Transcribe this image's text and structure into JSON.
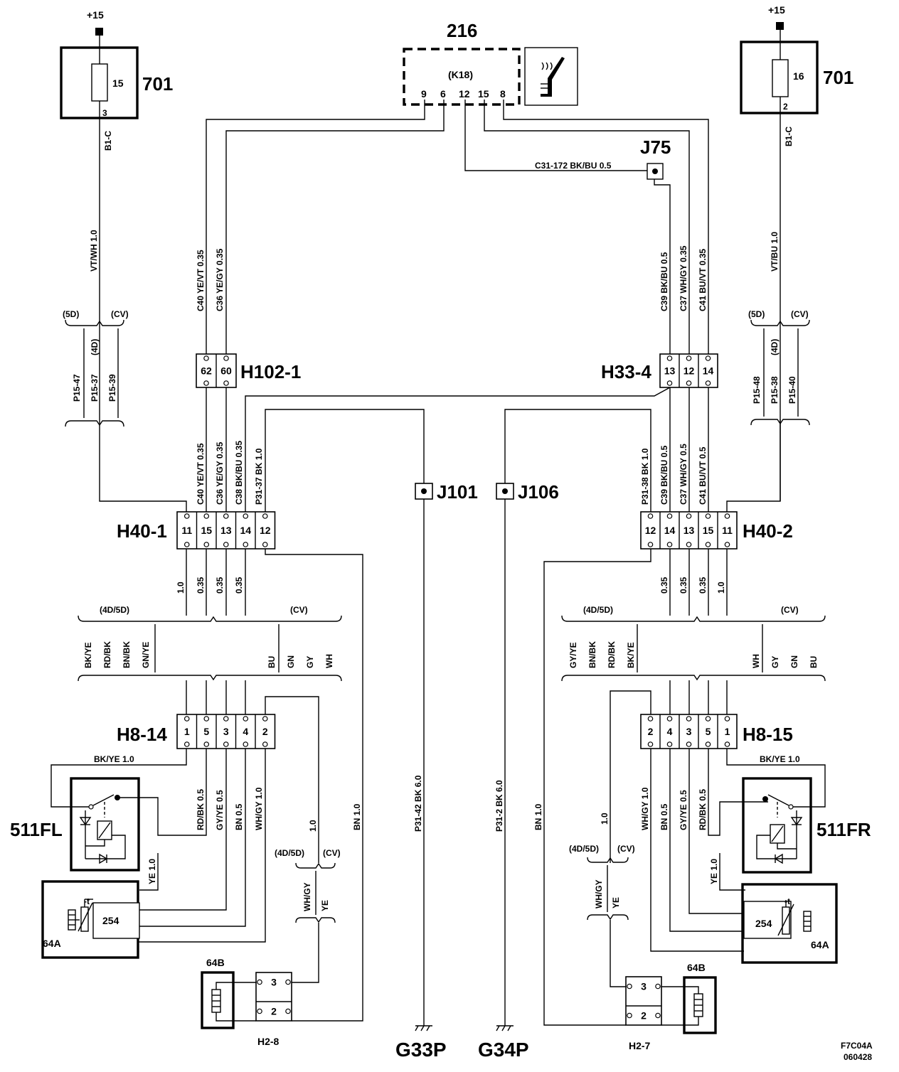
{
  "diagram_code": "F7C04A",
  "diagram_date": "060428",
  "supply": {
    "left": "+15",
    "right": "+15"
  },
  "fuse_box": {
    "left": {
      "id": "701",
      "fuse": "15",
      "pin": "3",
      "conn": "B1-C"
    },
    "right": {
      "id": "701",
      "fuse": "16",
      "pin": "2",
      "conn": "B1-C"
    }
  },
  "control_module": {
    "id": "216",
    "conn": "(K18)",
    "pins": [
      "9",
      "6",
      "12",
      "15",
      "8"
    ]
  },
  "splices": {
    "j75": "J75",
    "j101": "J101",
    "j106": "J106"
  },
  "grounds": {
    "g33p": "G33P",
    "g34p": "G34P"
  },
  "connectors": {
    "h102_1": {
      "name": "H102-1",
      "pins": [
        "62",
        "60"
      ]
    },
    "h33_4": {
      "name": "H33-4",
      "pins": [
        "13",
        "12",
        "14"
      ]
    },
    "h40_1": {
      "name": "H40-1",
      "pins": [
        "11",
        "15",
        "13",
        "14",
        "12"
      ]
    },
    "h40_2": {
      "name": "H40-2",
      "pins": [
        "12",
        "14",
        "13",
        "15",
        "11"
      ]
    },
    "h8_14": {
      "name": "H8-14",
      "pins": [
        "1",
        "5",
        "3",
        "4",
        "2"
      ]
    },
    "h8_15": {
      "name": "H8-15",
      "pins": [
        "2",
        "4",
        "3",
        "5",
        "1"
      ]
    },
    "h2_8": {
      "name": "H2-8",
      "pins": [
        "3",
        "2"
      ]
    },
    "h2_7": {
      "name": "H2-7",
      "pins": [
        "3",
        "2"
      ]
    }
  },
  "components": {
    "s511fl": "511FL",
    "s511fr": "511FR",
    "h64a_l": "64A",
    "h64a_r": "64A",
    "h64b_l": "64B",
    "h64b_r": "64B",
    "t254_l": "254",
    "t254_r": "254"
  },
  "wires": {
    "vt_wh": "VT/WH 1.0",
    "vt_bu": "VT/BU 1.0",
    "c40_top": "C40  YE/VT  0.35",
    "c36_top": "C36  YE/GY  0.35",
    "c39_top": "C39  BK/BU  0.5",
    "c37_top": "C37  WH/GY  0.35",
    "c41_top": "C41  BU/VT  0.35",
    "c31_172": "C31-172  BK/BU  0.5",
    "c40_mid": "C40  YE/VT  0.35",
    "c36_mid": "C36  YE/GY  0.35",
    "c38_mid": "C38  BK/BU  0.35",
    "p31_37": "P31-37  BK  1.0",
    "p31_38": "P31-38  BK  1.0",
    "c39_mid": "C39  BK/BU  0.5",
    "c37_mid": "C37  WH/GY  0.5",
    "c41_mid": "C41  BU/VT  0.5",
    "p31_42": "P31-42  BK  6.0",
    "p31_2": "P31-2  BK  6.0",
    "bn_l": "BN  1.0",
    "bn_r": "BN  1.0",
    "bk_ye_l": "BK/YE  1.0",
    "bk_ye_r": "BK/YE  1.0",
    "ye_l": "YE  1.0",
    "ye_r": "YE  1.0",
    "rd_bk_l": "RD/BK  0.5",
    "gy_ye_l": "GY/YE  0.5",
    "bn05_l": "BN  0.5",
    "wh_gy_l": "WH/GY  1.0",
    "wh_gy_r": "WH/GY  1.0",
    "bn05_r": "BN  0.5",
    "gy_ye_r": "GY/YE  0.5",
    "rd_bk_r": "RD/BK  0.5",
    "h2_l_top": "1.0",
    "h2_r_top": "1.0",
    "gauge_1_0": "1.0",
    "gauge_0_35": "0.35"
  },
  "variants": {
    "sd": "(5D)",
    "cv": "(CV)",
    "d4": "(4D)",
    "d4_5d": "(4D/5D)",
    "p15_47": "P15-47",
    "p15_37": "P15-37",
    "p15_39": "P15-39",
    "p15_48": "P15-48",
    "p15_38": "P15-38",
    "p15_40": "P15-40",
    "left_colors_45d": [
      "BK/YE",
      "RD/BK",
      "BN/BK",
      "GN/YE"
    ],
    "left_colors_cv": [
      "BU",
      "GN",
      "GY",
      "WH"
    ],
    "right_colors_45d": [
      "GY/YE",
      "BN/BK",
      "RD/BK",
      "BK/YE"
    ],
    "right_colors_cv": [
      "WH",
      "GY",
      "GN",
      "BU"
    ],
    "small_l": [
      "WH/GY",
      "YE"
    ],
    "small_r": [
      "WH/GY",
      "YE"
    ]
  }
}
